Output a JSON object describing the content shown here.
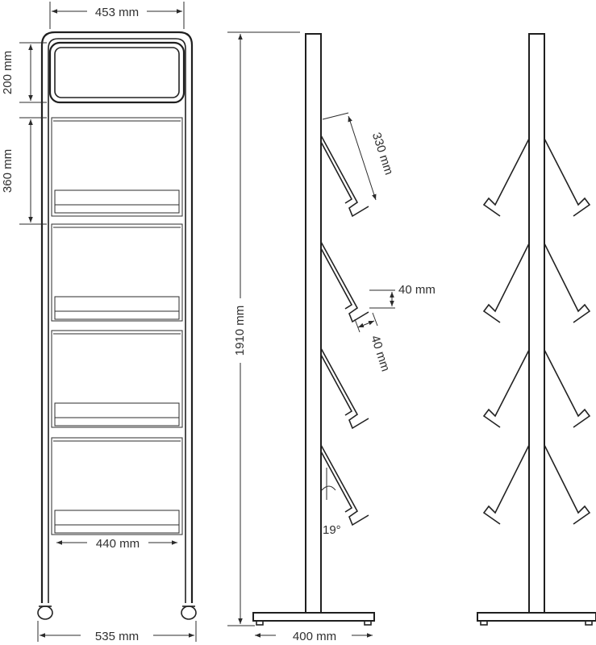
{
  "dimensions": {
    "top_width": "453 mm",
    "sign_height": "200 mm",
    "shelf_spacing": "360 mm",
    "total_height": "1910 mm",
    "pocket_depth": "330 mm",
    "lip_height": "40 mm",
    "lip_depth": "40 mm",
    "angle": "19°",
    "inner_width": "440 mm",
    "bottom_width": "535 mm",
    "base_width": "400 mm"
  },
  "colors": {
    "line": "#222222",
    "background": "#ffffff"
  }
}
